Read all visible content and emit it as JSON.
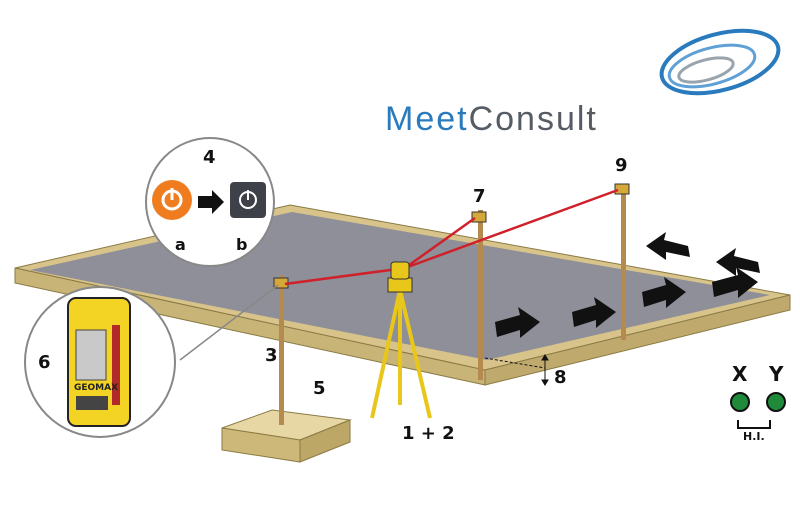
{
  "brand": {
    "part1": "Meet",
    "part2": "Consult"
  },
  "labels": {
    "step_4": "4",
    "sub_a": "a",
    "sub_b": "b",
    "step_6": "6",
    "step_3": "3",
    "step_5": "5",
    "step_7": "7",
    "step_8": "8",
    "step_9": "9",
    "step_1_2": "1 + 2",
    "axis_x": "X",
    "axis_y": "Y",
    "hi": "H.I.",
    "receiver_brand": "GEOMAX"
  },
  "colors": {
    "beam": "#d0202a",
    "concrete": "#8e8f98",
    "timber": "#d8c48a",
    "tripod": "#e9c61a",
    "led_green": "#1e8a3a",
    "power_orange": "#ef7d1f",
    "brand_blue": "#2a7bbd",
    "brand_grey": "#555c63"
  },
  "icons": [
    "power-icon",
    "arrow-right-icon",
    "signal-icon"
  ]
}
